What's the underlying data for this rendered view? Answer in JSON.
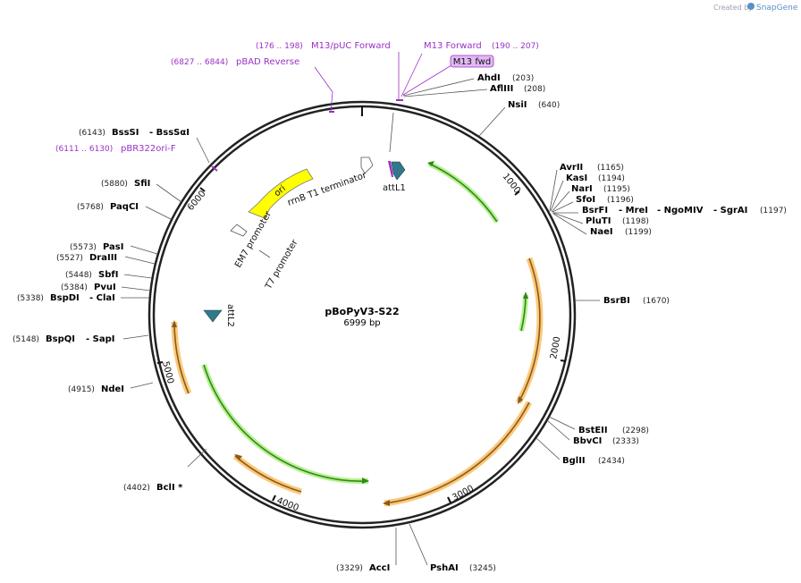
{
  "brand": {
    "created_by": "Created by",
    "name": "SnapGene"
  },
  "plasmid": {
    "name": "pBoPyV3-S22",
    "size_label": "6999 bp"
  },
  "ticks": [
    "1000",
    "2000",
    "3000",
    "4000",
    "5000",
    "6000"
  ],
  "primers": [
    {
      "range": "(176 .. 198)",
      "name": "M13/pUC Forward"
    },
    {
      "range": "(190 .. 207)",
      "name": "M13 Forward"
    },
    {
      "range": "(6827 .. 6844)",
      "name": "pBAD Reverse"
    },
    {
      "range": "(6111 .. 6130)",
      "name": "pBR322ori-F"
    }
  ],
  "primer_box": "M13 fwd",
  "enzymes_right": [
    {
      "name": "AhdI",
      "pos": "(203)"
    },
    {
      "name": "AflIII",
      "pos": "(208)"
    },
    {
      "name": "NsiI",
      "pos": "(640)"
    },
    {
      "name": "AvrII",
      "pos": "(1165)"
    },
    {
      "name": "KasI",
      "pos": "(1194)"
    },
    {
      "name": "NarI",
      "pos": "(1195)"
    },
    {
      "name": "SfoI",
      "pos": "(1196)"
    },
    {
      "name": "BsrFI",
      "name2": "- MreI",
      "name3": "- NgoMIV",
      "name4": "- SgrAI",
      "pos": "(1197)"
    },
    {
      "name": "PluTI",
      "pos": "(1198)"
    },
    {
      "name": "NaeI",
      "pos": "(1199)"
    },
    {
      "name": "BsrBI",
      "pos": "(1670)"
    },
    {
      "name": "BstEII",
      "pos": "(2298)"
    },
    {
      "name": "BbvCI",
      "pos": "(2333)"
    },
    {
      "name": "BglII",
      "pos": "(2434)"
    },
    {
      "name": "PshAI",
      "pos": "(3245)"
    }
  ],
  "enzymes_left": [
    {
      "name": "AccI",
      "pos": "(3329)"
    },
    {
      "name": "BclI *",
      "pos": "(4402)"
    },
    {
      "name": "NdeI",
      "pos": "(4915)"
    },
    {
      "name": "BspQI",
      "name2": "- SapI",
      "pos": "(5148)"
    },
    {
      "name": "BspDI",
      "name2": "- ClaI",
      "pos": "(5338)"
    },
    {
      "name": "PvuI",
      "pos": "(5384)"
    },
    {
      "name": "SbfI",
      "pos": "(5448)"
    },
    {
      "name": "DraIII",
      "pos": "(5527)"
    },
    {
      "name": "PasI",
      "pos": "(5573)"
    },
    {
      "name": "PaqCI",
      "pos": "(5768)"
    },
    {
      "name": "SfiI",
      "pos": "(5880)"
    },
    {
      "name": "BssSI",
      "name2": "- BssSαI",
      "pos": "(6143)"
    }
  ],
  "features": {
    "ori": "ori",
    "rrnb": "rrnB T1 terminator",
    "em7": "EM7 promoter",
    "t7": "T7 promoter",
    "attl1": "attL1",
    "attl2": "attL2"
  },
  "colors": {
    "ori": "#ffff00",
    "att": "#31788b",
    "orf_orange": "#8a5a1a",
    "orf_orange_glow": "#fbc97a",
    "orf_green": "#2f8a1a",
    "orf_green_glow": "#b7f08f",
    "primer": "#9b30c6"
  }
}
